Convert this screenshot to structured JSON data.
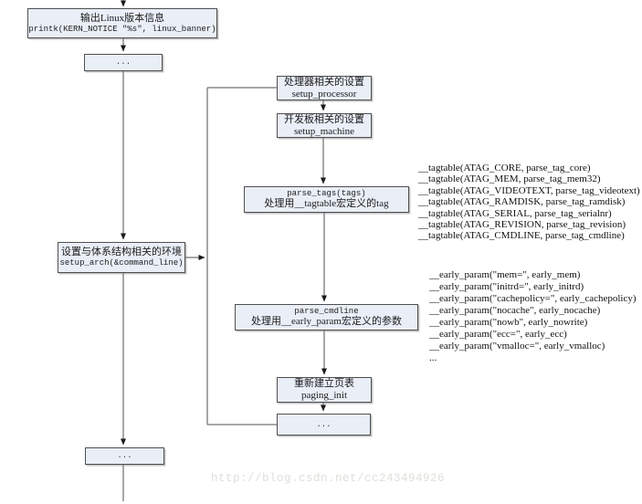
{
  "boxes": {
    "print_banner": {
      "title": "输出Linux版本信息",
      "code": "printk(KERN_NOTICE \"%s\", linux_banner)"
    },
    "dots_top": {
      "label": "..."
    },
    "setup_processor": {
      "title": "处理器相关的设置",
      "code": "setup_processor"
    },
    "setup_machine": {
      "title": "开发板相关的设置",
      "code": "setup_machine"
    },
    "parse_tags": {
      "code": "parse_tags(tags)",
      "title": "处理用__tagtable宏定义的tag"
    },
    "setup_arch": {
      "title": "设置与体系结构相关的环境",
      "code": "setup_arch(&command_line)"
    },
    "parse_cmdline": {
      "code": "parse_cmdline",
      "title": "处理用__early_param宏定义的参数"
    },
    "paging_init": {
      "title": "重新建立页表",
      "code": "paging_init"
    },
    "dots_right": {
      "label": "..."
    },
    "dots_bottom": {
      "label": "..."
    }
  },
  "annotations": {
    "tagtable": [
      "__tagtable(ATAG_CORE, parse_tag_core)",
      "__tagtable(ATAG_MEM, parse_tag_mem32)",
      "__tagtable(ATAG_VIDEOTEXT, parse_tag_videotext)",
      "__tagtable(ATAG_RAMDISK, parse_tag_ramdisk)",
      "__tagtable(ATAG_SERIAL, parse_tag_serialnr)",
      "__tagtable(ATAG_REVISION, parse_tag_revision)",
      "__tagtable(ATAG_CMDLINE, parse_tag_cmdline)"
    ],
    "early_param": [
      "__early_param(\"mem=\", early_mem)",
      "__early_param(\"initrd=\", early_initrd)",
      "__early_param(\"cachepolicy=\", early_cachepolicy)",
      "__early_param(\"nocache\", early_nocache)",
      "__early_param(\"nowb\", early_nowrite)",
      "__early_param(\"ecc=\", early_ecc)",
      "__early_param(\"vmalloc=\", early_vmalloc)",
      "..."
    ]
  },
  "watermark": "http://blog.csdn.net/cc243494926",
  "colors": {
    "box_fill": "#e9eef7",
    "box_border": "#4f4f4f",
    "connector": "#4f4f4f",
    "watermark_text": "#e1dfda"
  }
}
